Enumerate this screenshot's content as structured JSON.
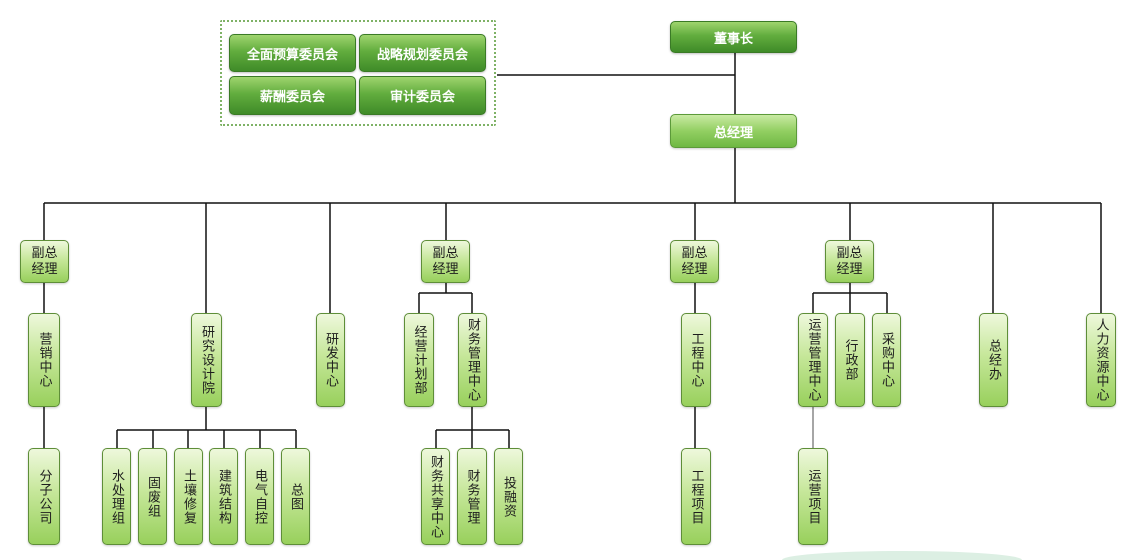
{
  "committees": [
    "全面预算委员会",
    "战略规划委员会",
    "薪酬委员会",
    "审计委员会"
  ],
  "chairman": "董事长",
  "general_manager": "总经理",
  "vice_gms": [
    "副总经理",
    "副总经理",
    "副总经理",
    "副总经理"
  ],
  "departments": {
    "marketing": "营销中心",
    "subsidiaries": "分子公司",
    "research_institute": "研究设计院",
    "research_groups": [
      "水处理组",
      "固废组",
      "土壤修复",
      "建筑结构",
      "电气自控",
      "总图"
    ],
    "rnd": "研发中心",
    "business_planning": "经营计划部",
    "finance_center": "财务管理中心",
    "finance_units": [
      "财务共享中心",
      "财务管理",
      "投融资"
    ],
    "engineering_center": "工程中心",
    "engineering_projects": "工程项目",
    "operations_center": "运营管理中心",
    "admin": "行政部",
    "procurement": "采购中心",
    "operations_projects": "运营项目",
    "gm_office": "总经办",
    "hr_center": "人力资源中心"
  },
  "colors": {
    "dark_green": "#3f8b28",
    "light_green": "#98d05c",
    "connector": "#111111"
  }
}
